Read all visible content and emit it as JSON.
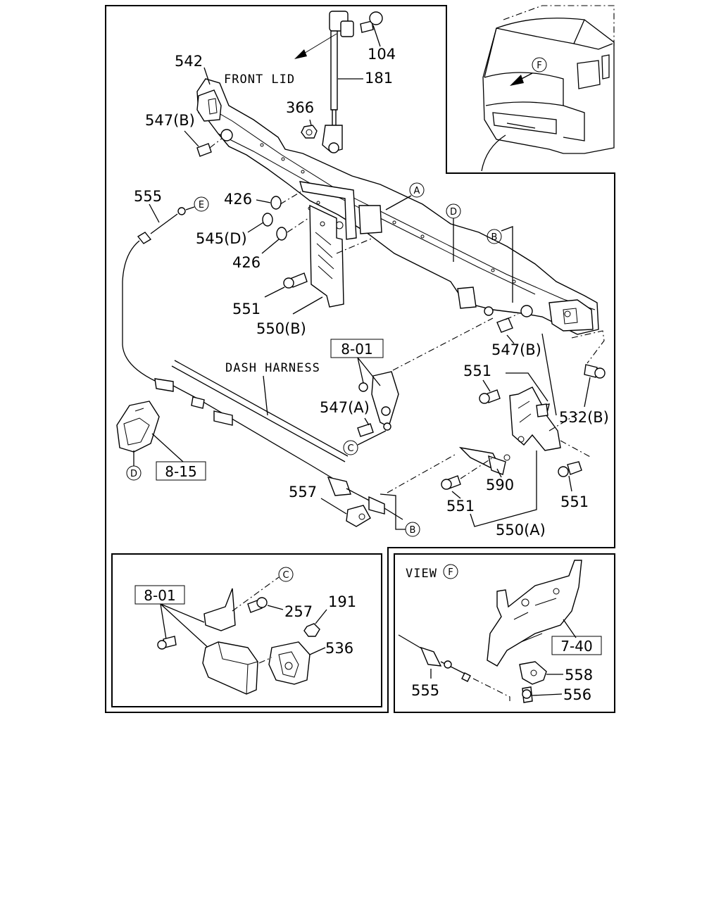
{
  "labels": {
    "front_lid": "FRONT LID",
    "dash_harness": "DASH HARNESS",
    "view": "VIEW"
  },
  "reference_boxes": [
    "8-01",
    "8-15",
    "8-01",
    "7-40"
  ],
  "circle_markers": [
    "A",
    "B",
    "C",
    "D",
    "E",
    "F"
  ],
  "part_numbers": {
    "p542": "542",
    "p104": "104",
    "p181": "181",
    "p366": "366",
    "p547b_1": "547(B)",
    "p555_1": "555",
    "p426_1": "426",
    "p545d": "545(D)",
    "p426_2": "426",
    "p551_1": "551",
    "p550b": "550(B)",
    "p547b_2": "547(B)",
    "p551_2": "551",
    "p547a": "547(A)",
    "p532b": "532(B)",
    "p590": "590",
    "p551_3": "551",
    "p551_4": "551",
    "p557": "557",
    "p550a": "550(A)",
    "p257": "257",
    "p191": "191",
    "p536": "536",
    "p558": "558",
    "p555_2": "555",
    "p556": "556"
  }
}
